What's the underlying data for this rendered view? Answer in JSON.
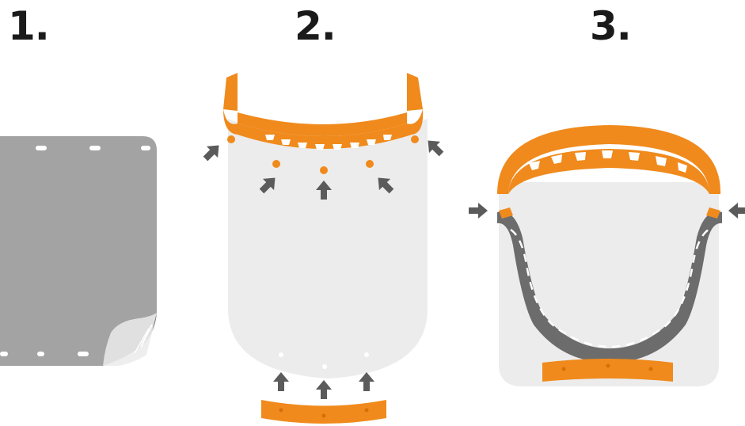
{
  "steps": [
    {
      "label": "1."
    },
    {
      "label": "2."
    },
    {
      "label": "3."
    }
  ],
  "colors": {
    "accent": "#f08a1c",
    "accent_dark": "#d56f0a",
    "sheet_gray": "#a3a3a3",
    "visor": "#ececec",
    "strap_gray": "#6c6c6c",
    "arrow": "#5b5b5b",
    "hole": "#ffffff"
  },
  "icons": {
    "arrow": "push-arrow-icon",
    "peel_corner": "peel-corner-icon"
  }
}
